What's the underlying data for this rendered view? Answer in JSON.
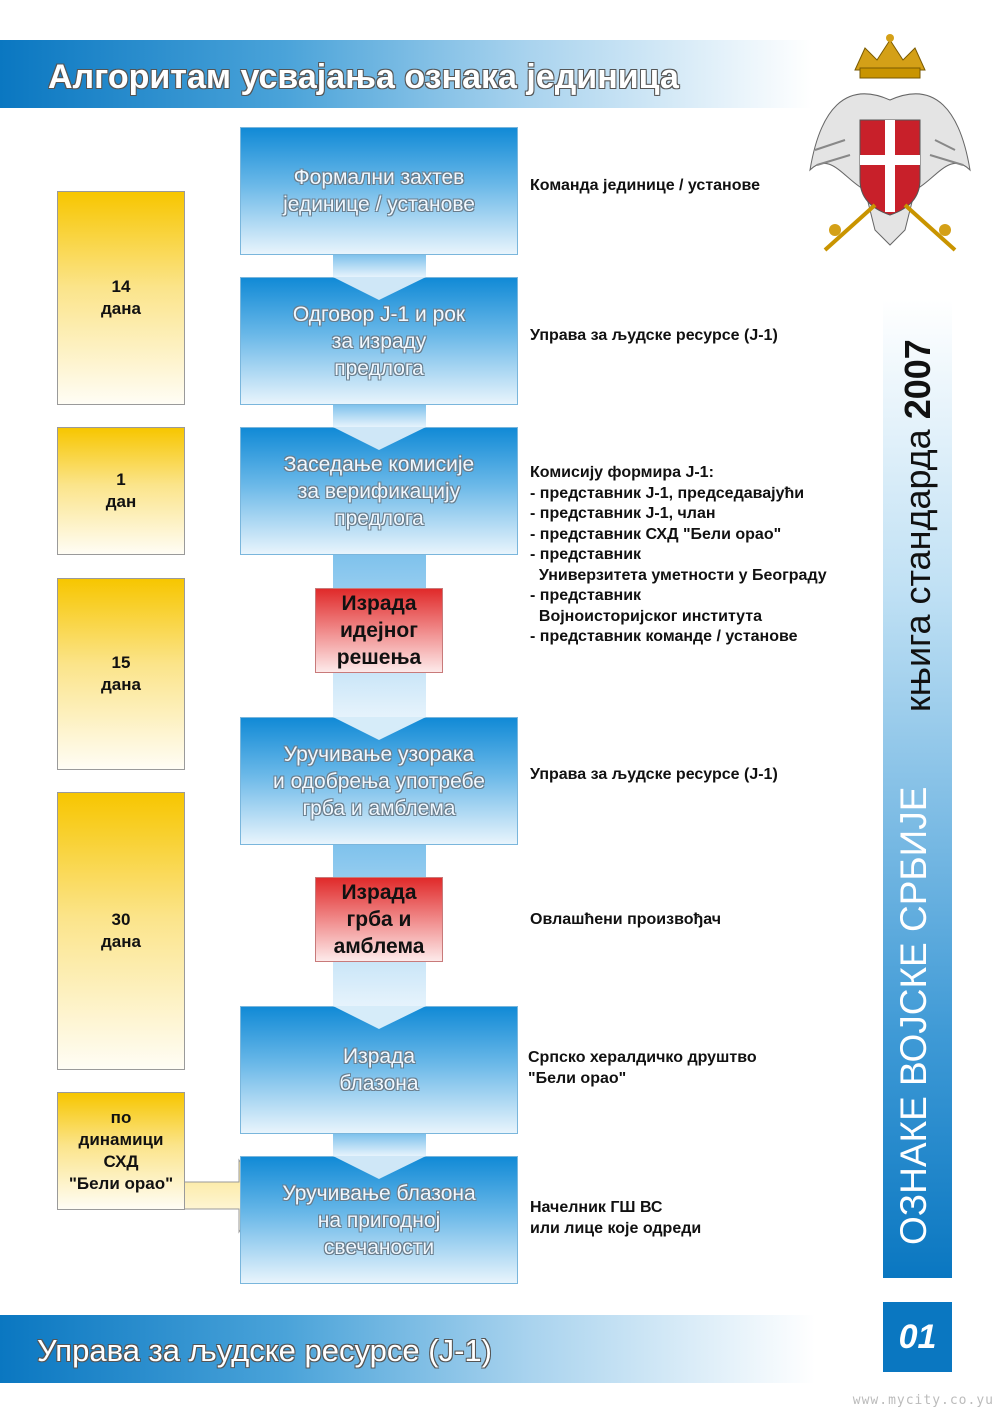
{
  "header": {
    "title": "Алгоритам усвајања ознака јединица"
  },
  "side_band": {
    "series_title": "ОЗНАКЕ ВОЈСКЕ СРБИЈЕ",
    "book_label": "књига стандарда",
    "year": "2007"
  },
  "steps": [
    {
      "label": "Формални захтев\nјединице / установе",
      "responsible": "Команда јединице / установе"
    },
    {
      "label": "Одговор Ј-1 и рок\nза израду\nпредлога",
      "responsible": "Управа за људске ресурсе (Ј-1)"
    },
    {
      "label": "Заседање комисије\nза верификацију\nпредлога",
      "responsible": "Комисију формира Ј-1:\n- представник Ј-1, председавајући\n- представник Ј-1, члан\n- представник СХД \"Бели орао\"\n- представник\n  Универзитета уметности у Београду\n- представник\n  Војноисторијског института\n- представник команде / установе"
    },
    {
      "label": "Уручивање узорака\nи одобрења употребе\nгрба и амблема",
      "responsible": "Управа за људске ресурсе (Ј-1)"
    },
    {
      "label": "Израда\nблазона",
      "responsible": "Српско хералдичко друштво\n\"Бели орао\""
    },
    {
      "label": "Уручивање блазона\nна пригодној\nсвечаности",
      "responsible": "Начелник ГШ ВС\nили лице које одреди"
    }
  ],
  "work_steps": [
    {
      "label": "Израда\nидејног\nрешења"
    },
    {
      "label": "Израда\nгрба и\nамблема",
      "responsible": "Овлашћени произвођач"
    }
  ],
  "durations": [
    "14\nдана",
    "1\nдан",
    "15\nдана",
    "30\nдана",
    "по\nдинамици\nСХД\n\"Бели орао\""
  ],
  "footer": {
    "text": "Управа за људске ресурсе (Ј-1)",
    "page_number": "01",
    "watermark": "www.mycity.co.yu"
  },
  "colors": {
    "brand_blue": "#0a77c1",
    "work_red": "#e02a2a",
    "duration_yellow": "#f7c600"
  }
}
